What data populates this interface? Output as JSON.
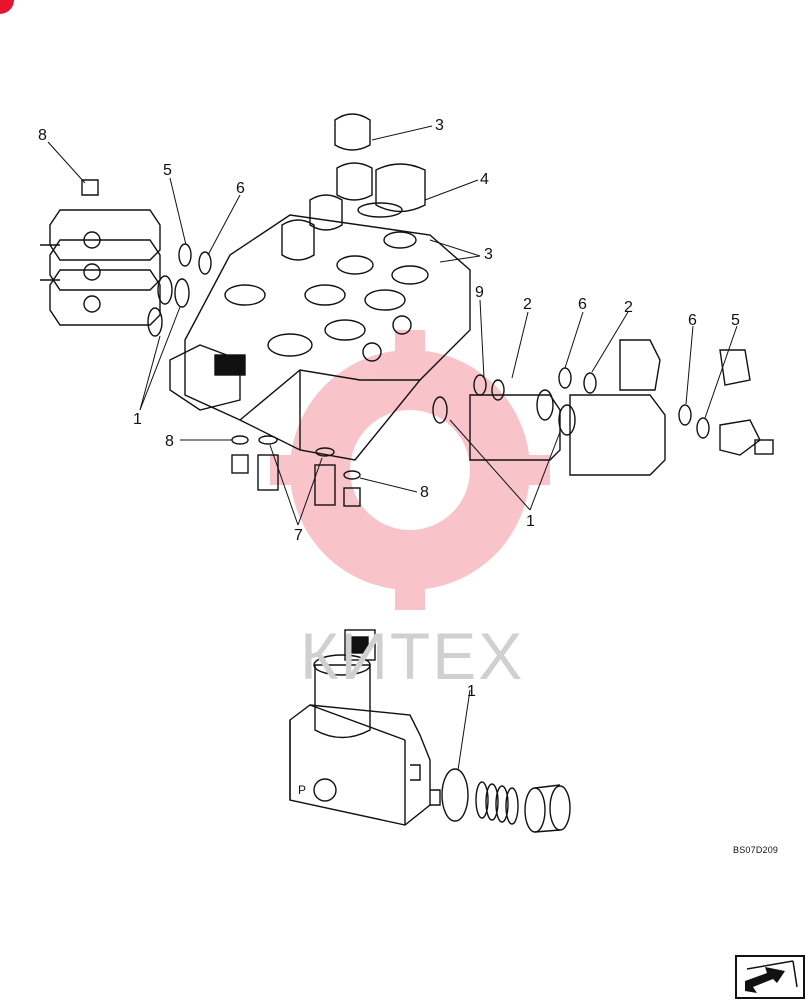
{
  "callouts": {
    "c8a": "8",
    "c5a": "5",
    "c6a": "6",
    "c3a": "3",
    "c4": "4",
    "c3b": "3",
    "c9": "9",
    "c2a": "2",
    "c6b": "6",
    "c2b": "2",
    "c6c": "6",
    "c5b": "5",
    "c1a": "1",
    "c8b": "8",
    "c7": "7",
    "c8c": "8",
    "c1b": "1",
    "c1c": "1"
  },
  "port_label": "P",
  "drawing_code": "BS07D209",
  "watermark": {
    "text": "КИТЕХ",
    "color": "#e6142d"
  },
  "nav": {
    "icon": "arrow-next-icon"
  },
  "colors": {
    "line": "#111111",
    "accent": "#e6142d"
  }
}
